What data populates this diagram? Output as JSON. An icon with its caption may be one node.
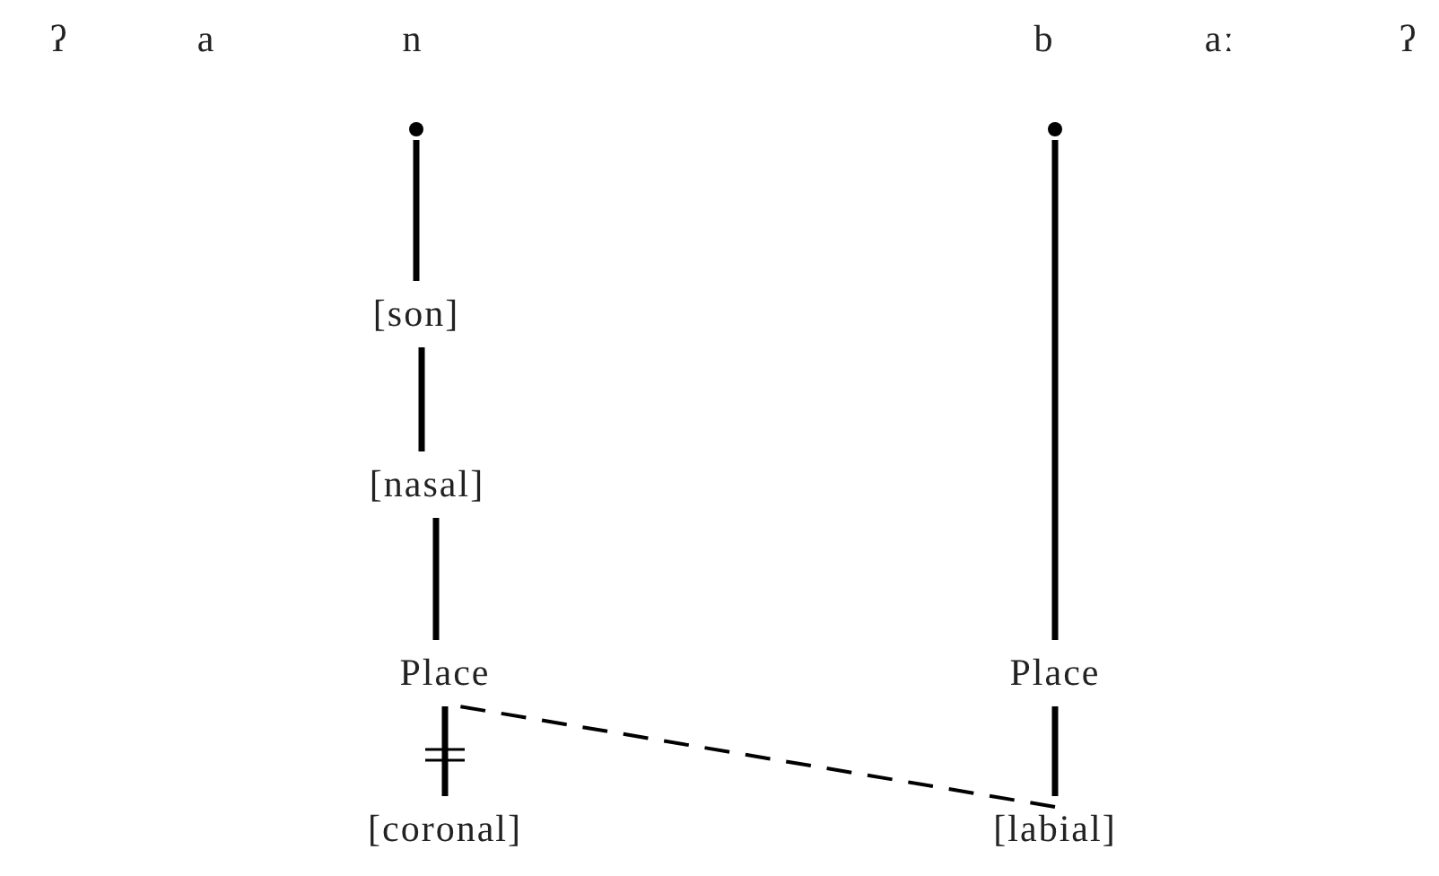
{
  "diagram": {
    "nodes": [
      {
        "text": [],
        "shape": "circle"
      },
      {
        "text": [],
        "shape": "circle"
      },
      {
        "text": [
          "[son]"
        ]
      },
      {
        "text": [
          "[nasal]"
        ]
      },
      {
        "text": [
          "Place"
        ]
      },
      {
        "text": [
          "Place"
        ]
      },
      {
        "text": [
          "[coronal]"
        ]
      },
      {
        "text": [
          "[labial]"
        ]
      }
    ],
    "edges": [
      {
        "from": 0,
        "to": 2,
        "arrow": "none"
      },
      {
        "from": 2,
        "to": 3,
        "arrow": "none"
      },
      {
        "from": 3,
        "to": 4,
        "arrow": "none"
      },
      {
        "from": 4,
        "to": 6,
        "arrow": "none"
      },
      {
        "from": 1,
        "to": 5,
        "arrow": "none"
      },
      {
        "from": 5,
        "to": 7,
        "arrow": "none"
      },
      {
        "from": 7,
        "to": 4,
        "arrow": "none",
        "style": "dashed"
      }
    ],
    "labels": [
      "ʔ",
      "a",
      "n",
      "b",
      "aː",
      "ʔ"
    ]
  }
}
